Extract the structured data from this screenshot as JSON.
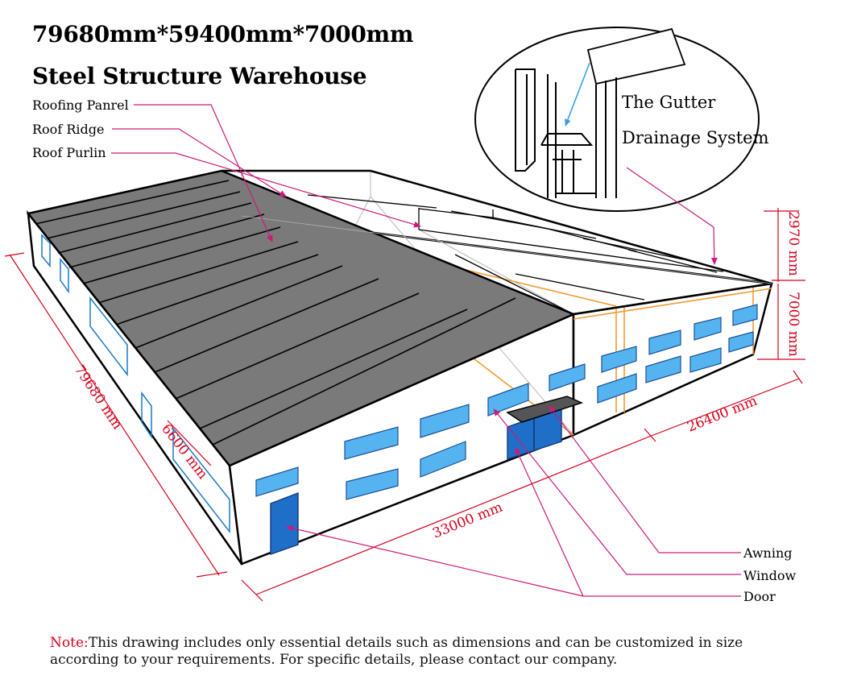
{
  "title": {
    "line1": "79680mm*59400mm*7000mm",
    "line2": "Steel Structure Warehouse"
  },
  "labels": {
    "roofing_panel": "Roofing Panrel",
    "roof_ridge": "Roof Ridge",
    "roof_purlin": "Roof Purlin",
    "gutter_line1": "The Gutter",
    "gutter_line2": "Drainage System",
    "awning": "Awning",
    "window": "Window",
    "door": "Door"
  },
  "dimensions": {
    "length": "79680 mm",
    "bay": "6600 mm",
    "span_front": "33000 mm",
    "span_rear": "26400 mm",
    "roof_rise": "2970 mm",
    "eave_height": "7000 mm"
  },
  "note": {
    "prefix": "Note:",
    "text": "This drawing includes only essential details such as dimensions and can be customized in size according to your requirements. For specific details, please contact our company."
  },
  "colors": {
    "dimension": "#d6001c",
    "leader": "#cc1a7a",
    "roof_panel": "#7a7a7a",
    "window": "#55b4f0",
    "door": "#1f6fc8",
    "frame": "#f39a2e"
  }
}
